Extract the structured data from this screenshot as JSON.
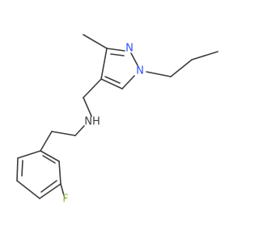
{
  "molecule": {
    "atoms": {
      "nitrogen_pyrazole_n2": {
        "text": "N",
        "color": "#3050f8"
      },
      "nitrogen_pyrazole_n1": {
        "text": "N",
        "color": "#3050f8"
      },
      "amine_nh": {
        "text": "NH",
        "color": "#3c3c3c"
      },
      "fluorine": {
        "text": "F",
        "color": "#8fc13f"
      }
    }
  }
}
